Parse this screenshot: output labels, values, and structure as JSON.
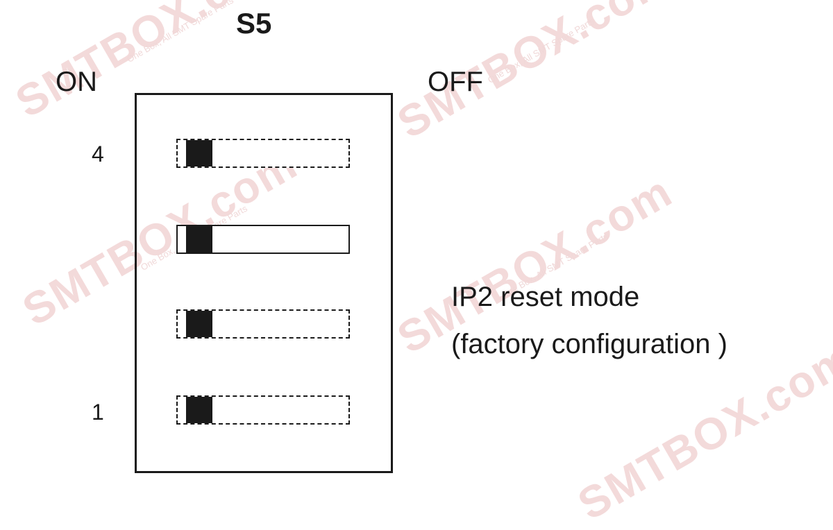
{
  "diagram": {
    "title": "S5",
    "left_label": "ON",
    "right_label": "OFF",
    "row_labels": {
      "top": "4",
      "bottom": "1"
    },
    "switches": [
      {
        "position": 4,
        "state": "ON",
        "slot_style": "dashed"
      },
      {
        "position": 3,
        "state": "ON",
        "slot_style": "solid"
      },
      {
        "position": 2,
        "state": "ON",
        "slot_style": "dashed"
      },
      {
        "position": 1,
        "state": "ON",
        "slot_style": "dashed"
      }
    ],
    "caption": {
      "line1": "IP2 reset mode",
      "line2": "(factory configuration )"
    }
  },
  "watermark": {
    "brand": "SMTBOX.com",
    "tagline": "One Box, All SMT Spare Parts",
    "color": "#f3dada"
  }
}
